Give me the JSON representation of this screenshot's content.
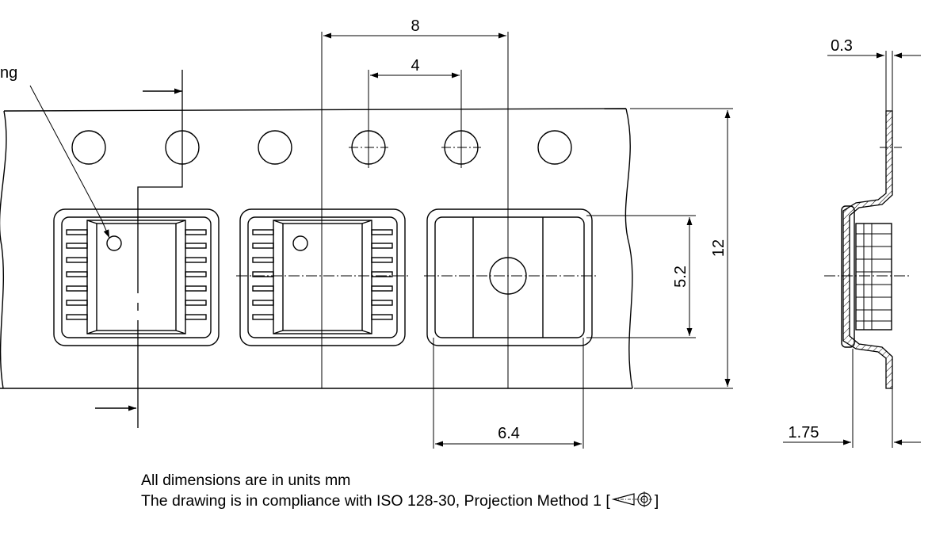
{
  "labels": {
    "feed_direction_label": "ng"
  },
  "dimensions": {
    "pitch_sprocket_holes": "8",
    "pitch_compartment": "4",
    "tape_width": "12",
    "pocket_width": "5.2",
    "pocket_length": "6.4",
    "tape_thickness": "0.3",
    "sprocket_offset": "1.75"
  },
  "notes": {
    "units": "All dimensions are in units mm",
    "compliance_prefix": "The drawing is in compliance with ISO 128-30, Projection Method 1 [",
    "compliance_suffix": "]"
  },
  "icons": {
    "projection_symbol": "first-angle-projection-icon"
  }
}
